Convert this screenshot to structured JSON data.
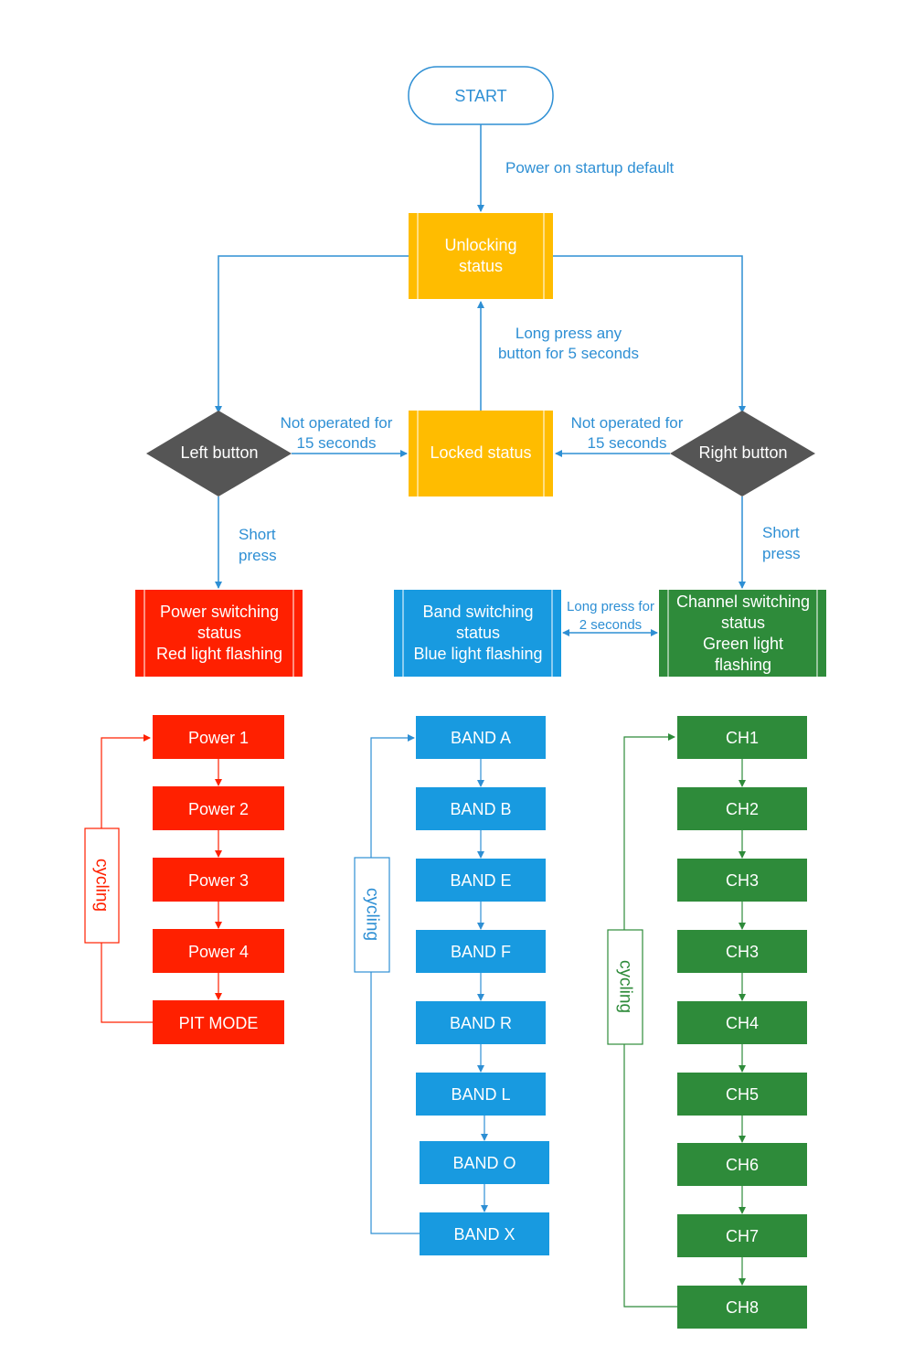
{
  "colors": {
    "line": "#2e8fd4",
    "yellow": "#ffbc00",
    "red": "#ff2000",
    "blue": "#189ae0",
    "green": "#2e8b3a",
    "diamond": "#555555",
    "text_edge": "#2e8fd4"
  },
  "start": {
    "label": "START"
  },
  "edges": {
    "power_on": "Power on startup default",
    "long_press_any_1": "Long press any",
    "long_press_any_2": "button for 5 seconds",
    "left_not_operated_1": "Not operated for",
    "left_not_operated_2": "15 seconds",
    "right_not_operated_1": "Not operated for",
    "right_not_operated_2": "15 seconds",
    "left_short_1": "Short",
    "left_short_2": "press",
    "right_short_1": "Short",
    "right_short_2": "press",
    "long_press_2s_1": "Long press for",
    "long_press_2s_2": "2 seconds"
  },
  "nodes": {
    "unlocking": [
      "Unlocking",
      "status"
    ],
    "locked": [
      "Locked status"
    ],
    "left_button": "Left button",
    "right_button": "Right button",
    "power_switching": [
      "Power switching",
      "status",
      "Red light flashing"
    ],
    "band_switching": [
      "Band switching",
      "status",
      "Blue light flashing"
    ],
    "channel_switching": [
      "Channel switching",
      "status",
      "Green light",
      "flashing"
    ]
  },
  "power_list": [
    "Power 1",
    "Power 2",
    "Power 3",
    "Power 4",
    "PIT MODE"
  ],
  "band_list": [
    "BAND A",
    "BAND B",
    "BAND E",
    "BAND F",
    "BAND R",
    "BAND L",
    "BAND O",
    "BAND X"
  ],
  "channel_list": [
    "CH1",
    "CH2",
    "CH3",
    "CH3",
    "CH4",
    "CH5",
    "CH6",
    "CH7",
    "CH8"
  ],
  "cycling": {
    "power": "cycling",
    "band": "cycling",
    "channel": "cycling"
  }
}
